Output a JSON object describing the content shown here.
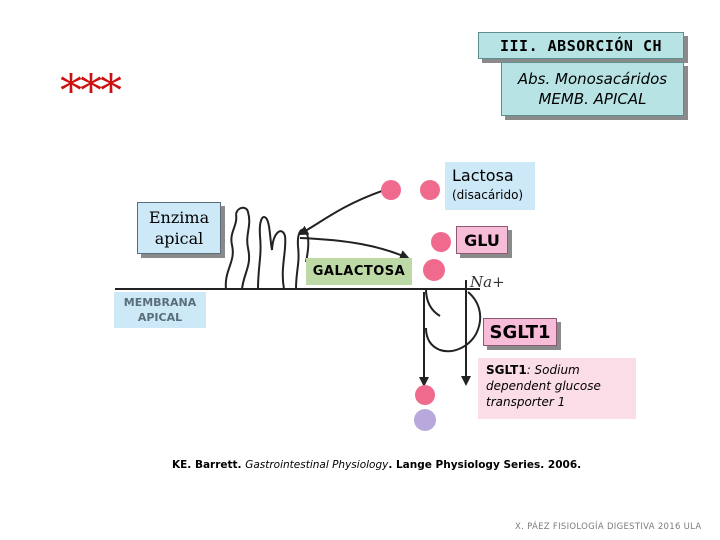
{
  "title": "III. ABSORCIÓN CH",
  "subtitle_line1": "Abs. Monosacáridos",
  "subtitle_line2": "MEMB. APICAL",
  "stars": "***",
  "lactosa": "Lactosa",
  "disacarido": "(disacárido)",
  "enzima_line1": "Enzima",
  "enzima_line2": "apical",
  "glu": "GLU",
  "galactosa": "GALACTOSA",
  "membrana_line1": "MEMBRANA",
  "membrana_line2": "APICAL",
  "na": "Na+",
  "sglt1": "SGLT1",
  "desc_bold": "SGLT1",
  "desc_rest": ": Sodium dependent glucose transporter 1",
  "reference": {
    "authors": "KE. Barrett. ",
    "book": "Gastrointestinal Physiology",
    "series": ". Lange Physiology Series. 2006."
  },
  "footer": "X. PÁEZ  FISIOLOGÍA DIGESTIVA 2016 ULA",
  "colors": {
    "title_bg": "#b7e3e4",
    "light_blue": "#cde8f7",
    "pink": "#f7bcd8",
    "green": "#bdd9a5",
    "pink_light": "#fbdde8",
    "sphere_pink": "#f06a8e",
    "sphere_purple": "#b9a8dc",
    "stars": "#cc1111"
  }
}
